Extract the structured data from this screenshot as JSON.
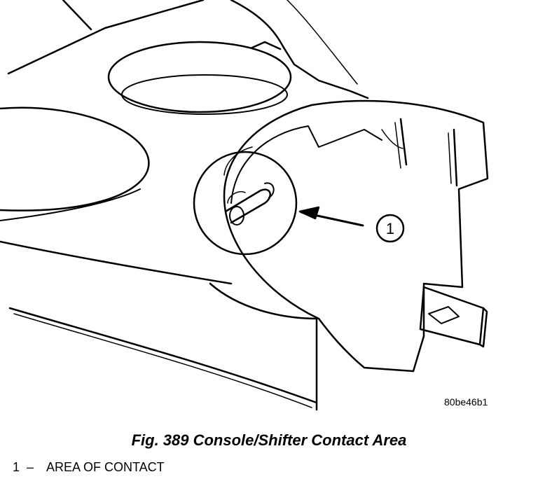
{
  "figure": {
    "code": "80be46b1",
    "caption": "Fig. 389 Console/Shifter Contact Area"
  },
  "callout": {
    "number": "1"
  },
  "legend": [
    {
      "number": "1",
      "separator": "–",
      "text": "AREA OF CONTACT"
    }
  ]
}
